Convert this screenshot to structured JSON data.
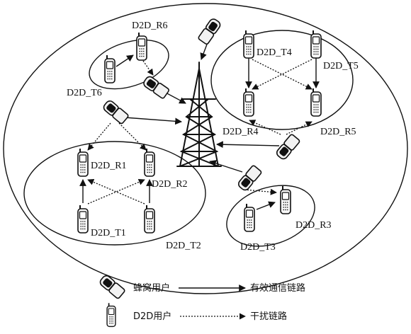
{
  "diagram": {
    "labels": {
      "r6": "D2D_R6",
      "t6": "D2D_T6",
      "t4": "D2D_T4",
      "t5": "D2D_T5",
      "r4": "D2D_R4",
      "r5": "D2D_R5",
      "r1": "D2D_R1",
      "r2": "D2D_R2",
      "t1": "D2D_T1",
      "t2": "D2D_T2",
      "r3": "D2D_R3",
      "t3": "D2D_T3"
    }
  },
  "legend": {
    "cellular_user": "蜂窝用户",
    "effective_link": "有效通信链路",
    "d2d_user": "D2D用户",
    "interference_link": "干扰链路"
  }
}
